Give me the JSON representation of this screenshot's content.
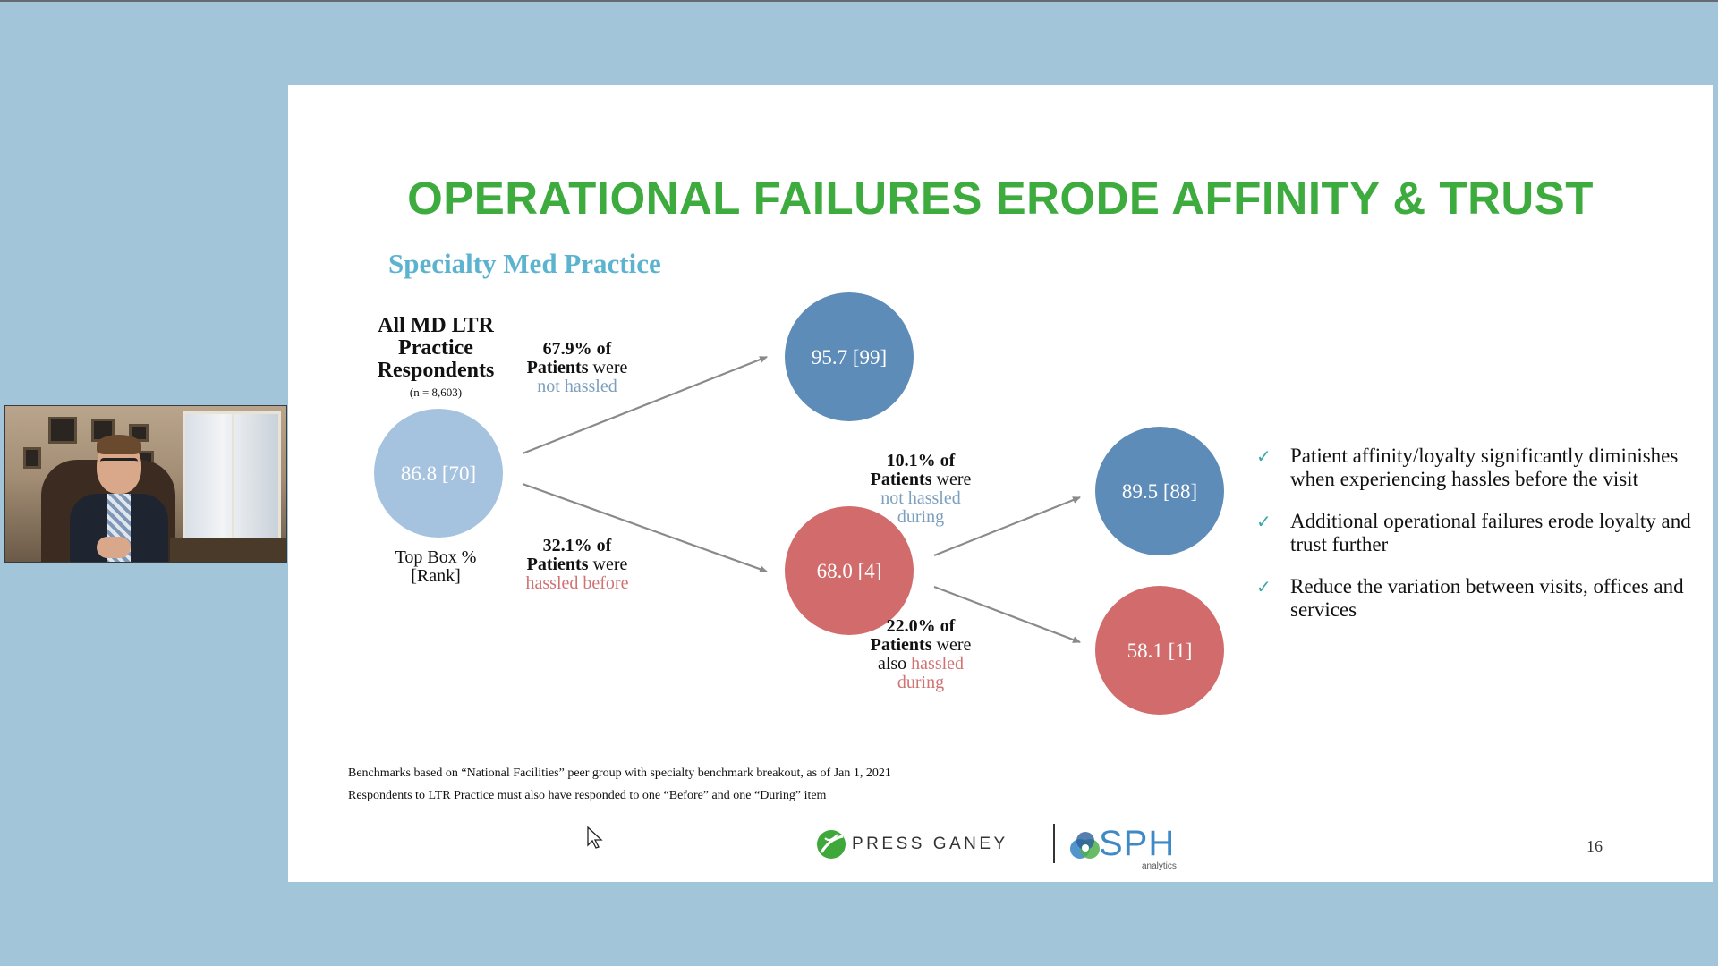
{
  "slide": {
    "title": "OPERATIONAL FAILURES ERODE AFFINITY & TRUST",
    "subtitle": "Specialty Med Practice",
    "page_number": "16"
  },
  "chart_data": {
    "type": "diagram",
    "root": {
      "header": "All MD LTR Practice Respondents",
      "n": "(n = 8,603)",
      "value": "86.8 [70]",
      "caption_line1": "Top Box %",
      "caption_line2": "[Rank]"
    },
    "nodes": [
      {
        "id": "not_hassled_before",
        "value": "95.7 [99]",
        "color": "#5d8cb8"
      },
      {
        "id": "hassled_before",
        "value": "68.0 [4]",
        "color": "#d26b6b"
      },
      {
        "id": "not_hassled_during",
        "value": "89.5 [88]",
        "color": "#5d8cb8"
      },
      {
        "id": "also_hassled_during",
        "value": "58.1 [1]",
        "color": "#d26b6b"
      }
    ],
    "edges": [
      {
        "pct": "67.9% of",
        "line2_bold": "Patients",
        "line2_rest": " were",
        "line3": "not hassled",
        "line4": "",
        "tone": "blue"
      },
      {
        "pct": "32.1% of",
        "line2_bold": "Patients",
        "line2_rest": " were",
        "line3": "hassled before",
        "line4": "",
        "tone": "red"
      },
      {
        "pct": "10.1% of",
        "line2_bold": "Patients",
        "line2_rest": " were",
        "line3": "not hassled",
        "line4": "during",
        "tone": "blue"
      },
      {
        "pct": "22.0% of",
        "line2_bold": "Patients",
        "line2_rest": " were",
        "line3_prefix": "also ",
        "line3": "hassled",
        "line4": "during",
        "tone": "red"
      }
    ],
    "colors": {
      "root": "#a5c3df",
      "blue": "#5d8cb8",
      "red": "#d26b6b",
      "arrow": "#8a8a8a"
    }
  },
  "bullets": [
    "Patient affinity/loyalty significantly diminishes when experiencing hassles before the visit",
    "Additional operational failures erode loyalty and trust further",
    "Reduce the variation between visits, offices and services"
  ],
  "footnotes": {
    "line1": "Benchmarks based on “National Facilities” peer group with specialty benchmark breakout, as of Jan 1, 2021",
    "line2": "Respondents to LTR Practice must also have responded to one “Before” and one “During” item"
  },
  "logos": {
    "press_ganey": "PRESS GANEY",
    "sph": "SPH",
    "sph_sub": "analytics"
  },
  "icons": [
    "checkmark-icon",
    "press-ganey-logo",
    "sph-logo",
    "mouse-cursor-icon"
  ]
}
